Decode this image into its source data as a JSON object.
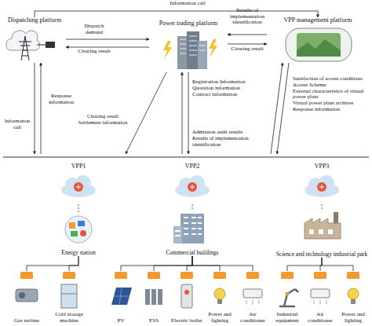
{
  "diagram": {
    "nodes": [
      {
        "text": [
          "Dispatching platform"
        ]
      },
      {
        "text": [
          "Power trading platform"
        ]
      },
      {
        "text": [
          "VPP management platform"
        ]
      },
      {
        "text": [
          "VPP1"
        ]
      },
      {
        "text": [
          "VPP2"
        ]
      },
      {
        "text": [
          "VPP3"
        ]
      },
      {
        "text": [
          "Energy station"
        ]
      },
      {
        "text": [
          "Commercial buildings"
        ]
      },
      {
        "text": [
          "Science and technology industrial park"
        ]
      },
      {
        "text": [
          "Gas turbine"
        ]
      },
      {
        "text": [
          "Cold storage machine"
        ]
      },
      {
        "text": [
          "PV"
        ]
      },
      {
        "text": [
          "ESS"
        ]
      },
      {
        "text": [
          "Electric boiler"
        ]
      },
      {
        "text": [
          "Power and lighting"
        ]
      },
      {
        "text": [
          "Air conditioner"
        ]
      },
      {
        "text": [
          "Industrial equipment"
        ]
      },
      {
        "text": [
          "Air conditioner"
        ]
      },
      {
        "text": [
          "Power and lighting"
        ]
      }
    ],
    "edges": [
      {
        "from": 0,
        "to": 2,
        "label": "Information call",
        "arrow": "to"
      },
      {
        "from": 0,
        "to": 1,
        "label": "Dispatch demand",
        "arrow": "to"
      },
      {
        "from": 1,
        "to": 0,
        "label": "Clearing result",
        "arrow": "to"
      },
      {
        "from": 2,
        "to": 1,
        "label": "Results of implementation identification",
        "arrow": "to"
      },
      {
        "from": 1,
        "to": 2,
        "label": "Clearing result",
        "arrow": "to"
      },
      {
        "from": 3,
        "to": 6,
        "arrow": "none"
      },
      {
        "from": 4,
        "to": 7,
        "arrow": "none"
      },
      {
        "from": 5,
        "to": 8,
        "arrow": "none"
      },
      {
        "from": 6,
        "to": 9,
        "arrow": "none"
      },
      {
        "from": 6,
        "to": 10,
        "arrow": "none"
      },
      {
        "from": 7,
        "to": 11,
        "arrow": "none"
      },
      {
        "from": 7,
        "to": 12,
        "arrow": "none"
      },
      {
        "from": 7,
        "to": 13,
        "arrow": "none"
      },
      {
        "from": 7,
        "to": 14,
        "arrow": "none"
      },
      {
        "from": 7,
        "to": 15,
        "arrow": "none"
      },
      {
        "from": 8,
        "to": 16,
        "arrow": "none"
      },
      {
        "from": 8,
        "to": 17,
        "arrow": "none"
      },
      {
        "from": 8,
        "to": 18,
        "arrow": "none"
      }
    ],
    "labels": [
      "Information call",
      "Response information",
      "Clearing result",
      "Settlement information",
      "Registration Information",
      "Quotation information",
      "Contract information",
      "Admission audit results",
      "Results of implementation identification",
      "Satisfaction of access conditions",
      "Access Scheme",
      "External characteristics of virtual power plant",
      "Virtual power plant archives",
      "Response information"
    ]
  }
}
